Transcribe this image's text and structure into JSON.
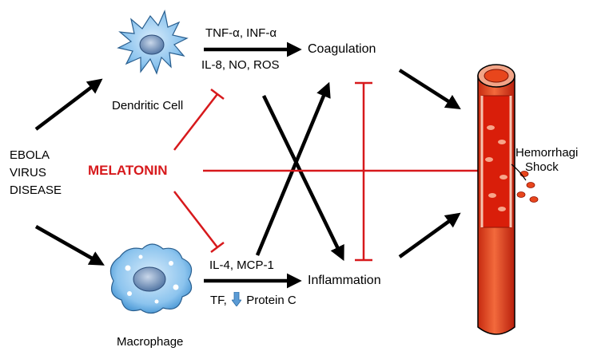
{
  "diagram": {
    "source": "EBOLA\nVIRUS\nDISEASE",
    "dendritic_cell": "Dendritic Cell",
    "macrophage": "Macrophage",
    "cytokines_top_line1": "TNF-α, INF-α",
    "cytokines_top_line2": "IL-8, NO, ROS",
    "cytokines_bottom_line1": "IL-4, MCP-1",
    "cytokines_bottom_line2_prefix": "TF,",
    "cytokines_bottom_line2_suffix": "Protein C",
    "coagulation": "Coagulation",
    "inflammation": "Inflammation",
    "inhibitor": "MELATONIN",
    "outcome": "Hemorrhagi\nShock"
  },
  "colors": {
    "inhibit_red": "#d7191c",
    "arrow_black": "#000000",
    "vessel_red": "#e8461c",
    "vessel_dark": "#b5200e",
    "vessel_pink": "#f6c3b0",
    "cell_blue": "#5aa8de",
    "down_arrow_blue": "#5b9bd5"
  },
  "icons": {
    "dendritic_cell": "dendritic-cell-icon",
    "macrophage": "macrophage-icon",
    "blood_vessel": "blood-vessel-icon",
    "decrease": "down-arrow-icon"
  }
}
